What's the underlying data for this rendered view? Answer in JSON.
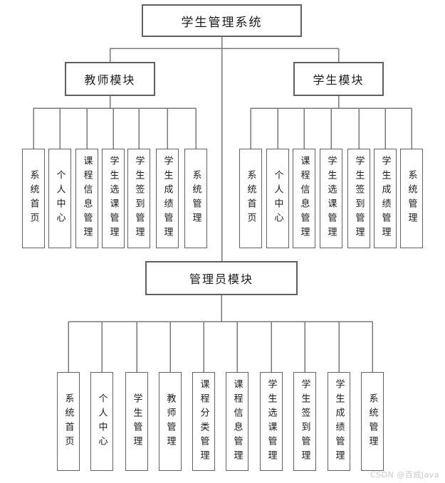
{
  "diagram": {
    "root": {
      "label": "学生管理系统"
    },
    "modules": [
      {
        "label": "教师模块",
        "items": [
          "系统首页",
          "个人中心",
          "课程信息管理",
          "学生选课管理",
          "学生签到管理",
          "学生成绩管理",
          "系统管理"
        ]
      },
      {
        "label": "学生模块",
        "items": [
          "系统首页",
          "个人中心",
          "课程信息管理",
          "学生选课管理",
          "学生签到管理",
          "学生成绩管理",
          "系统管理"
        ]
      },
      {
        "label": "管理员模块",
        "items": [
          "系统首页",
          "个人中心",
          "学生管理",
          "教师管理",
          "课程分类管理",
          "课程信息管理",
          "学生选课管理",
          "学生签到管理",
          "学生成绩管理",
          "系统管理"
        ]
      }
    ],
    "watermark": "CSDN @百成Java",
    "colors": {
      "box_border": "#606060",
      "connector_line": "#787878",
      "text": "#1a1a1a",
      "watermark": "#c9c9d2",
      "background": "#ffffff"
    }
  }
}
